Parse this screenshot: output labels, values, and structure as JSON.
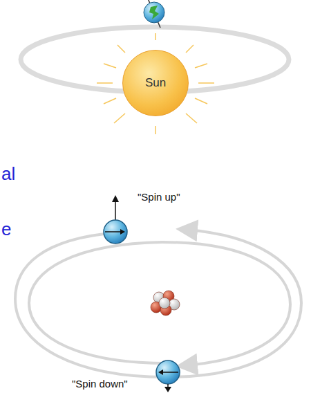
{
  "diagram": {
    "nodes": [
      {
        "text": [
          "Sun"
        ]
      }
    ],
    "labels": [
      "\"Spin up\"",
      "al",
      "e",
      "\"Spin down\""
    ]
  }
}
